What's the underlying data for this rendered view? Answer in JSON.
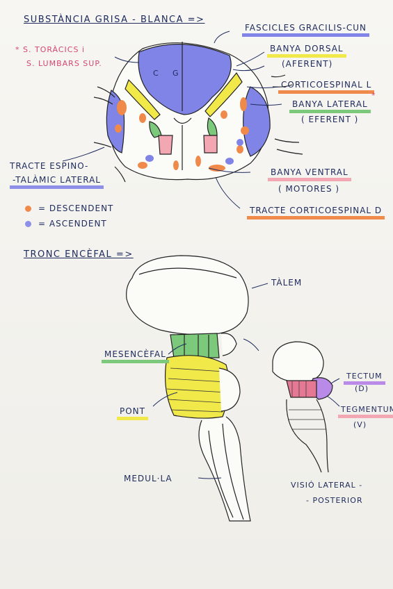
{
  "spinal_section": {
    "title": "SUBSTÀNCIA GRISA - BLANCA =>",
    "note_lines": [
      "* S. TORÀCICS i",
      "S. LUMBARS SUP."
    ],
    "labels": {
      "fascicles": "FASCICLES GRACILIS-CUN",
      "banya_dorsal": "BANYA DORSAL",
      "aferent": "(AFERENT)",
      "corticoespinal_l": "CORTICOESPINAL L",
      "banya_lateral": "BANYA LATERAL",
      "eferent": "( EFERENT )",
      "espino_1": "TRACTE ESPINO-",
      "espino_2": "-TALÀMIC LATERAL",
      "banya_ventral": "BANYA VENTRAL",
      "motores": "( MOTORES )",
      "corticoespinal_d": "TRACTE CORTICOESPINAL D",
      "inner_c1": "C",
      "inner_c2": "G"
    },
    "legend": [
      {
        "symbol_color": "#f08a4b",
        "text": "= DESCENDENT"
      },
      {
        "symbol_color": "#8d8fe8",
        "text": "= ASCENDENT"
      }
    ],
    "asterisk": "*"
  },
  "brainstem": {
    "title": "TRONC ENCÈFAL =>",
    "labels": {
      "talem": "TÀLEM",
      "mesencefal": "MESENCÈFAL",
      "pont": "PONT",
      "medulla": "MEDUL·LA",
      "tectum": "TECTUM",
      "tectum_sub": "(D)",
      "tegmentum": "TEGMENTUM",
      "tegmentum_sub": "(V)",
      "vista_1": "VISIÓ LATERAL -",
      "vista_2": "- POSTERIOR"
    }
  },
  "colors": {
    "ink": "#1d2a5c",
    "blue": "#7f84e6",
    "yellow": "#f1e84a",
    "orange": "#f08a4b",
    "green": "#7cc97c",
    "pink": "#f3a7b3",
    "purple": "#b98ae8",
    "red_note": "#d4476f"
  }
}
